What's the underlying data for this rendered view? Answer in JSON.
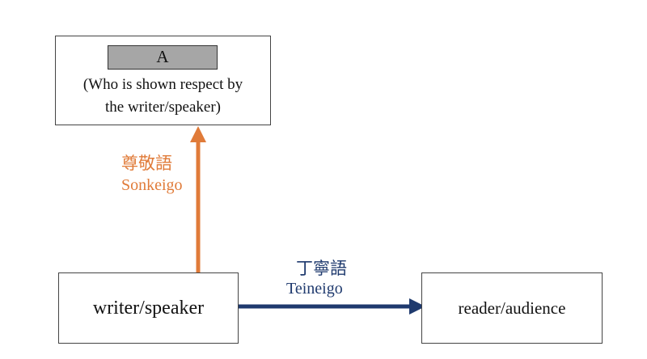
{
  "nodes": {
    "target": {
      "label": "A",
      "description_line1": "(Who is shown respect by",
      "description_line2": "the writer/speaker)"
    },
    "writer": {
      "label": "writer/speaker"
    },
    "reader": {
      "label": "reader/audience"
    }
  },
  "edges": {
    "sonkeigo": {
      "label_japanese": "尊敬語",
      "label_romaji": "Sonkeigo",
      "color": "#e07b39",
      "from": "writer",
      "to": "target"
    },
    "teineigo": {
      "label_japanese": "丁寧語",
      "label_romaji": "Teineigo",
      "color": "#1f3a6e",
      "from": "writer",
      "to": "reader"
    }
  }
}
